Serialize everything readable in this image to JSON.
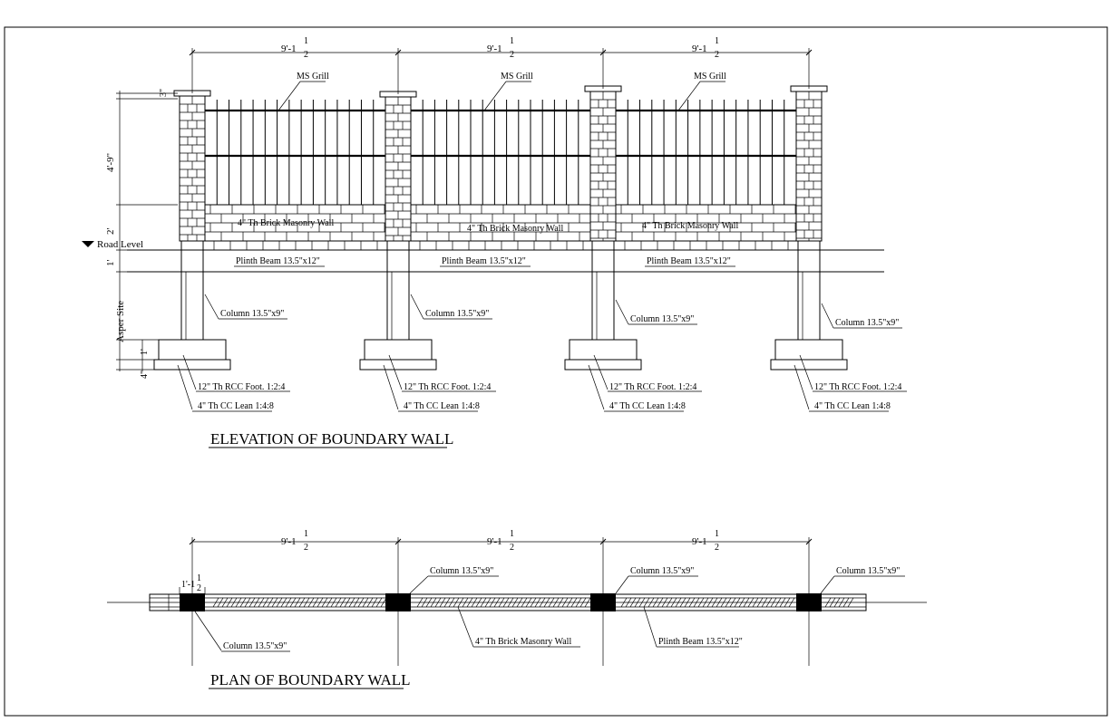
{
  "elevation": {
    "title": "ELEVATION OF BOUNDARY WALL",
    "span_dim": "9'-1",
    "frac_num": "1",
    "frac_den": "2",
    "grill_label": "MS Grill",
    "masonry_labels": [
      "4\" Th Brick Masonry Wall",
      "4\" Th Brick Masonry Wall",
      "4\" Th Brick Masonry Wall"
    ],
    "plinth_label": "Plinth Beam 13.5\"x12\"",
    "column_label": "Column 13.5\"x9\"",
    "footing_label": "12\" Th RCC Foot. 1:2:4",
    "lean_label": "4\" Th CC Lean 1:4:8",
    "road_level": "Road Level",
    "v_dims": {
      "cap": "3\"",
      "grill": "4'-9\"",
      "wall": "2'",
      "plinth": "1'",
      "site": "Asper Site",
      "footing": "1'",
      "lean": "4\""
    }
  },
  "plan": {
    "title": "PLAN OF BOUNDARY WALL",
    "span_dim": "9'-1",
    "frac_num": "1",
    "frac_den": "2",
    "column_label": "Column 13.5\"x9\"",
    "masonry_label": "4\" Th Brick Masonry Wall",
    "plinth_label": "Plinth Beam 13.5\"x12\"",
    "small_dim": "1'-1",
    "small_frac_num": "1",
    "small_frac_den": "2"
  }
}
